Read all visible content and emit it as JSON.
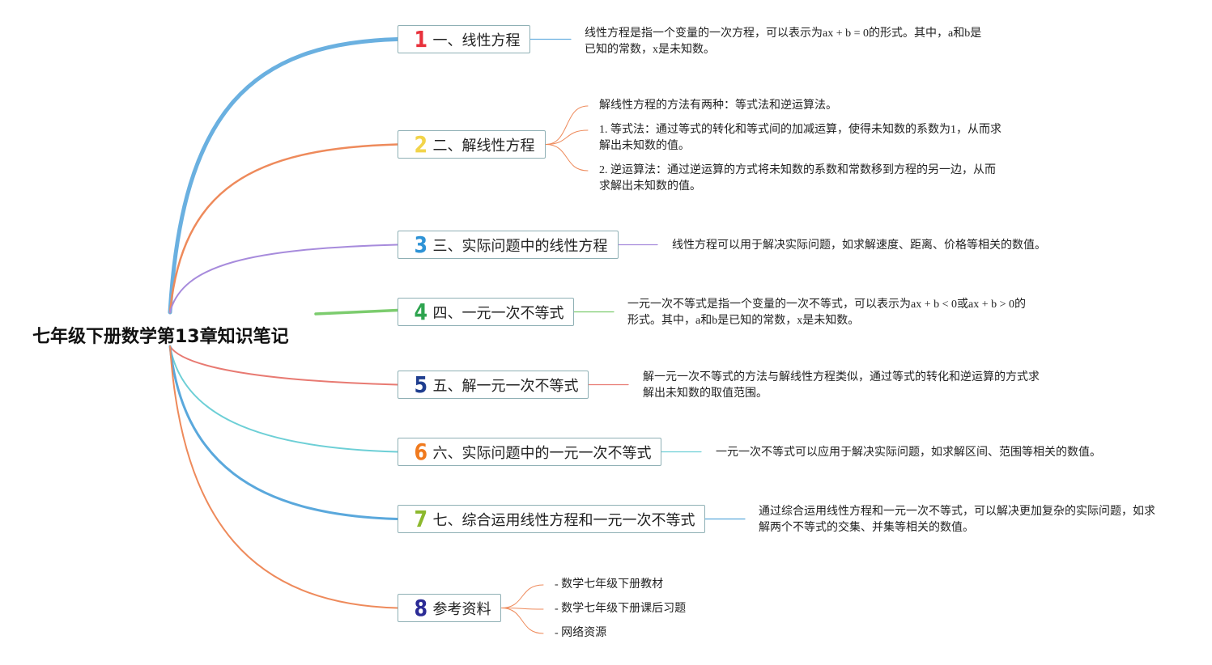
{
  "root": {
    "title": "七年级下册数学第13章知识笔记"
  },
  "topics": [
    {
      "num": "1",
      "label": "一、线性方程",
      "color": "#e8323c",
      "branch_color": "#6ab0e0",
      "notes": [
        "线性方程是指一个变量的一次方程，可以表示为ax + b = 0的形式。其中，a和b是",
        "已知的常数，x是未知数。"
      ]
    },
    {
      "num": "2",
      "label": "二、解线性方程",
      "color": "#f2d44a",
      "branch_color": "#ee8a5b",
      "notes": [
        "解线性方程的方法有两种：等式法和逆运算法。",
        "1. 等式法：通过等式的转化和等式间的加减运算，使得未知数的系数为1，从而求",
        "解出未知数的值。",
        "2. 逆运算法：通过逆运算的方式将未知数的系数和常数移到方程的另一边，从而",
        "求解出未知数的值。"
      ]
    },
    {
      "num": "3",
      "label": "三、实际问题中的线性方程",
      "color": "#2e93d6",
      "branch_color": "#a78bdc",
      "notes": [
        "线性方程可以用于解决实际问题，如求解速度、距离、价格等相关的数值。"
      ]
    },
    {
      "num": "4",
      "label": "四、一元一次不等式",
      "color": "#2ea44f",
      "branch_color": "#7ccc6e",
      "notes": [
        "一元一次不等式是指一个变量的一次不等式，可以表示为ax + b < 0或ax + b > 0的",
        "形式。其中，a和b是已知的常数，x是未知数。"
      ]
    },
    {
      "num": "5",
      "label": "五、解一元一次不等式",
      "color": "#1f3e8f",
      "branch_color": "#e87a72",
      "notes": [
        "解一元一次不等式的方法与解线性方程类似，通过等式的转化和逆运算的方式求",
        "解出未知数的取值范围。"
      ]
    },
    {
      "num": "6",
      "label": "六、实际问题中的一元一次不等式",
      "color": "#f07a1e",
      "branch_color": "#6dcfd6",
      "notes": [
        "一元一次不等式可以应用于解决实际问题，如求解区间、范围等相关的数值。"
      ]
    },
    {
      "num": "7",
      "label": "七、综合运用线性方程和一元一次不等式",
      "color": "#8cb82d",
      "branch_color": "#5aa8dc",
      "notes": [
        "通过综合运用线性方程和一元一次不等式，可以解决更加复杂的实际问题，如求",
        "解两个不等式的交集、并集等相关的数值。"
      ]
    },
    {
      "num": "8",
      "label": "参考资料",
      "color": "#2b2b96",
      "branch_color": "#ee8a5b",
      "notes": [
        "- 数学七年级下册教材",
        "- 数学七年级下册课后习题",
        "- 网络资源"
      ]
    }
  ]
}
